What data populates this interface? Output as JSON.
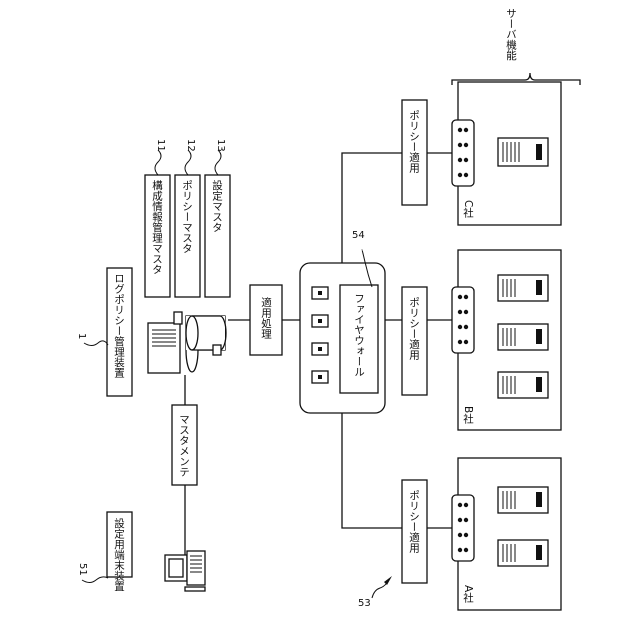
{
  "nodes": {
    "log_policy_device": {
      "label": "ログポリシー管理装置",
      "ref": "1"
    },
    "setting_terminal": {
      "label": "設定用端末装置",
      "ref": "51"
    },
    "config_info_master": {
      "label": "構成情報管理マスタ",
      "ref": "11"
    },
    "policy_master": {
      "label": "ポリシーマスタ",
      "ref": "12"
    },
    "settings_master": {
      "label": "設定マスタ",
      "ref": "13"
    },
    "master_maintenance": {
      "label": "マスタメンテ"
    },
    "apply_processing": {
      "label": "適用処理"
    },
    "firewall": {
      "label": "ファイヤウォール",
      "ref": "54"
    },
    "policy_apply_a": {
      "label": "ポリシー適用"
    },
    "policy_apply_b": {
      "label": "ポリシー適用"
    },
    "policy_apply_c": {
      "label": "ポリシー適用"
    },
    "company_a": {
      "label": "A社"
    },
    "company_b": {
      "label": "B社"
    },
    "company_c": {
      "label": "C社"
    },
    "server_function": {
      "label": "サーバ機能"
    },
    "network_ref": {
      "ref": "53"
    }
  },
  "icons": [
    "server-tower-icon",
    "database-cylinder-icon",
    "computer-terminal-icon",
    "network-switch-icon",
    "server-unit-icon",
    "firewall-port-icon"
  ]
}
